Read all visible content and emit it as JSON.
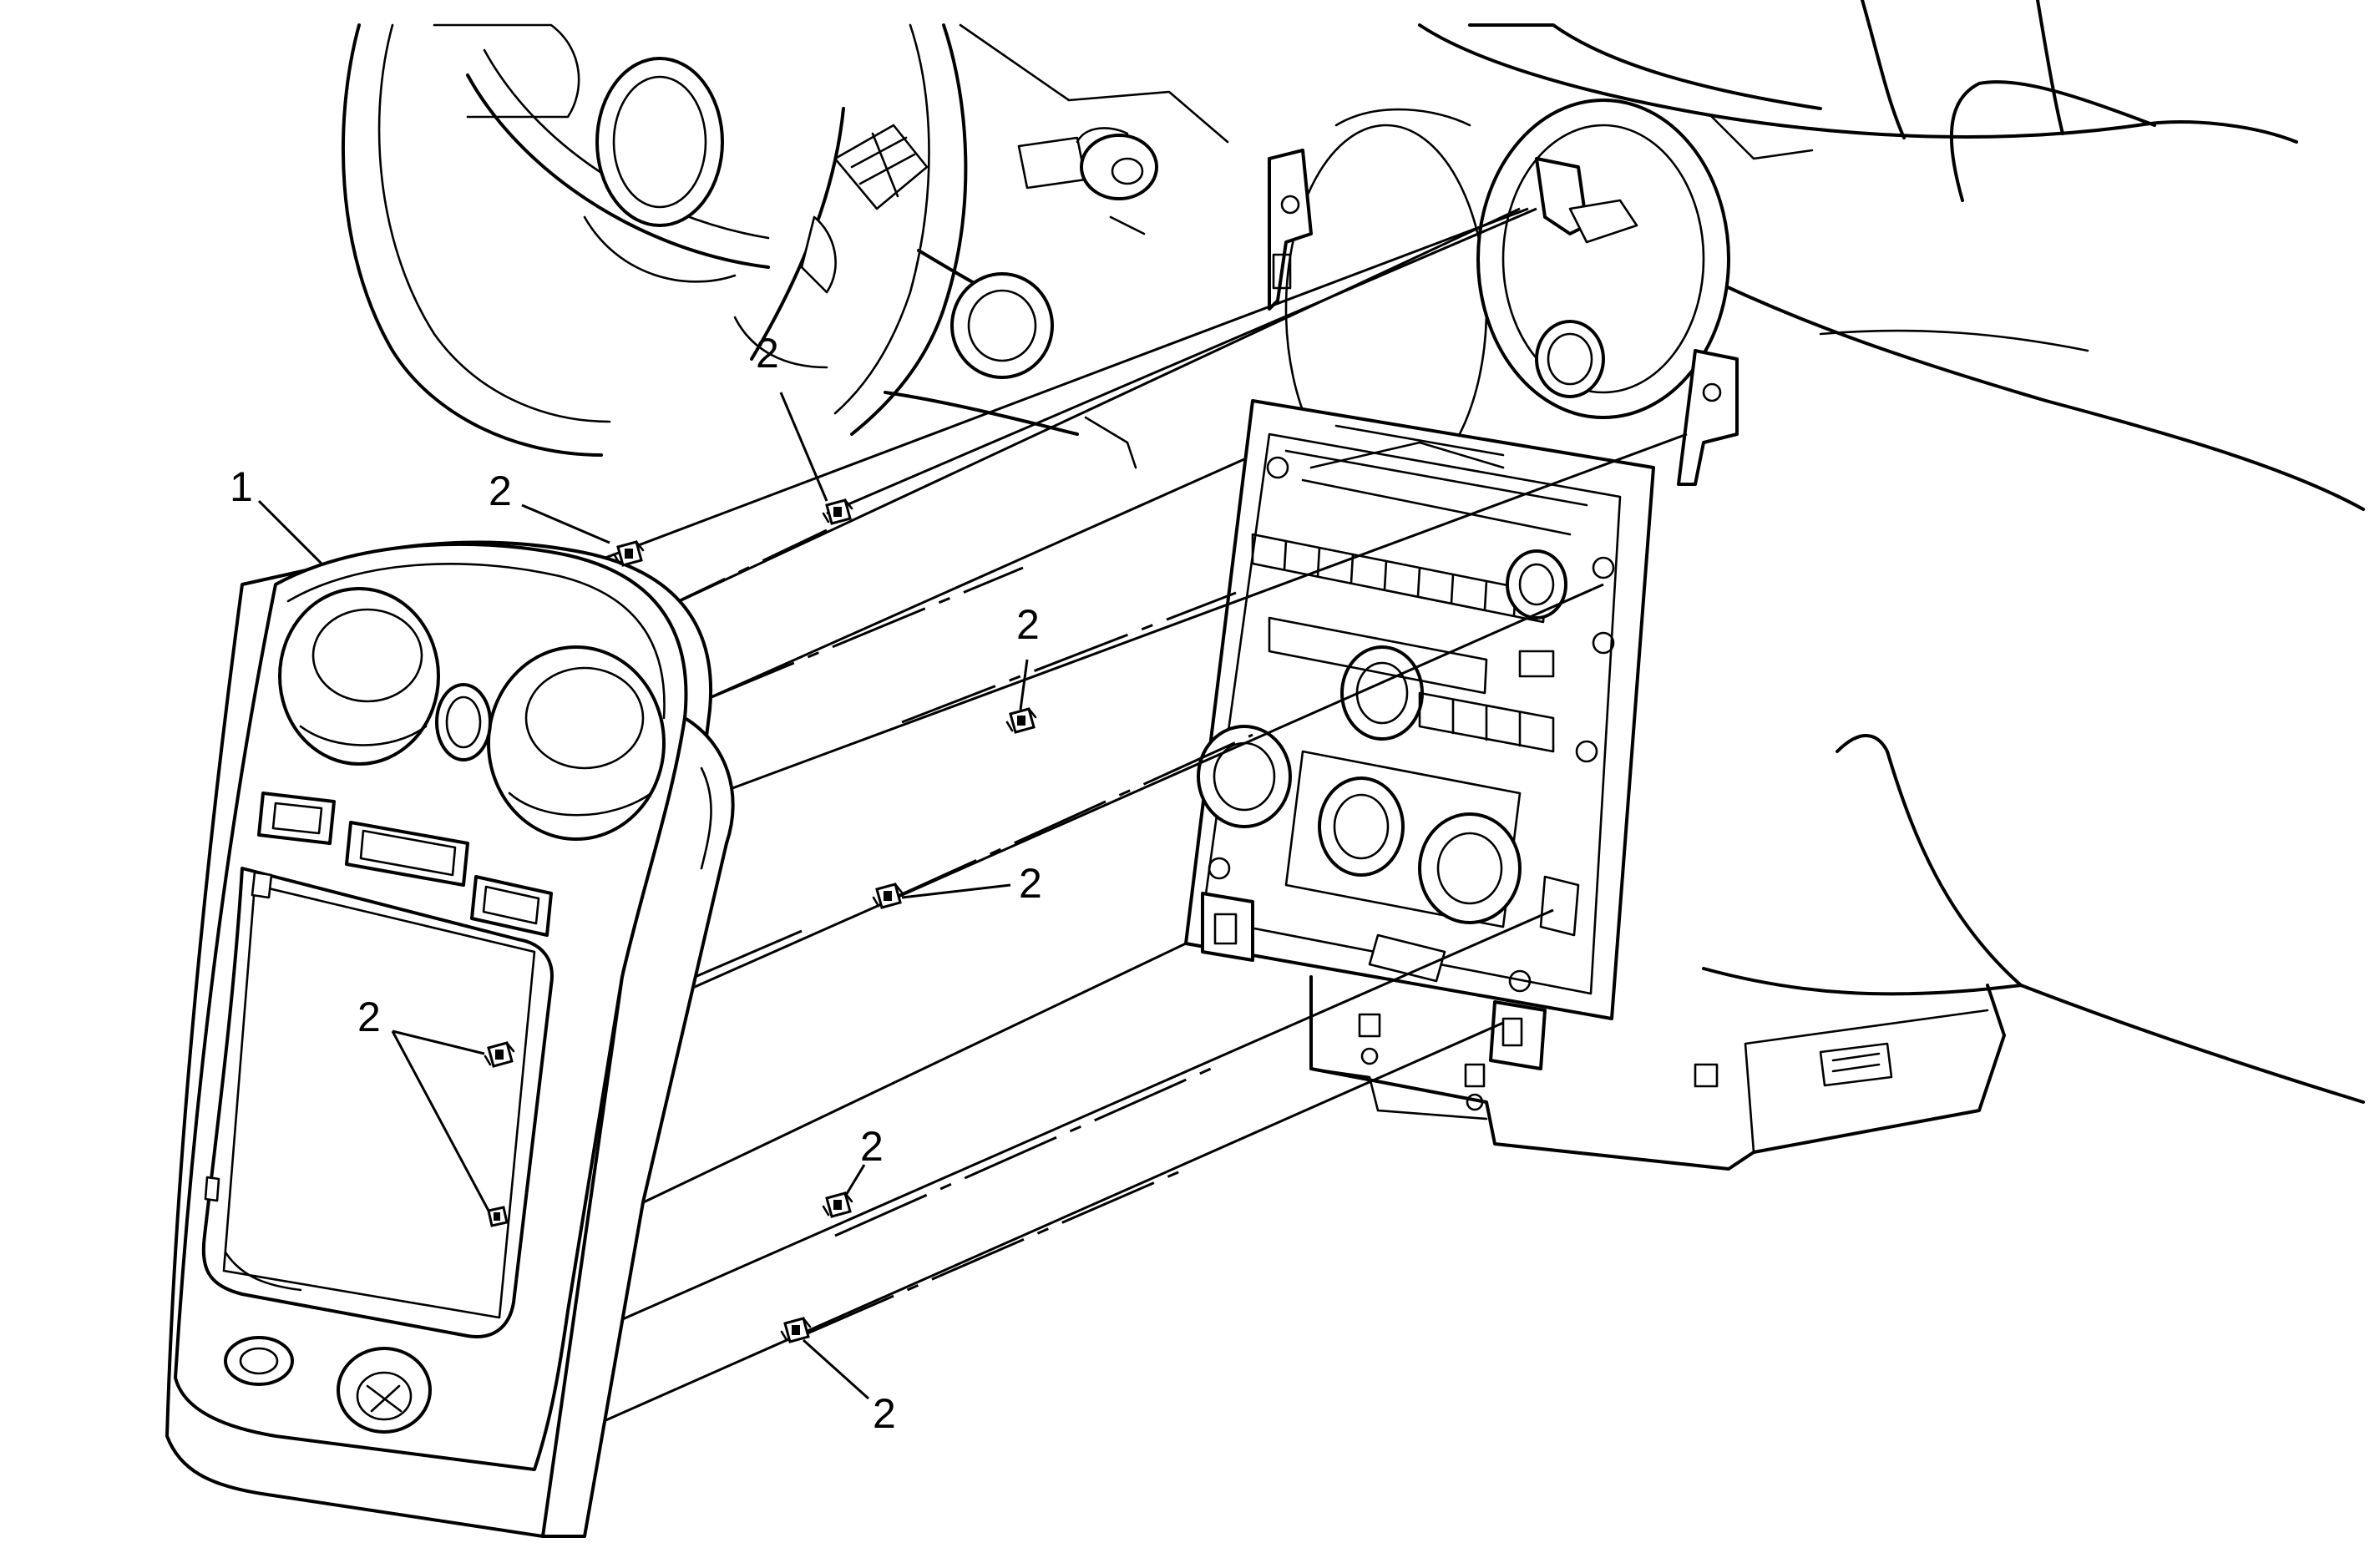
{
  "diagram": {
    "callouts": [
      {
        "id": "panel",
        "label": "1"
      },
      {
        "id": "clip-a",
        "label": "2"
      },
      {
        "id": "clip-b",
        "label": "2"
      },
      {
        "id": "clip-c",
        "label": "2"
      },
      {
        "id": "clip-d",
        "label": "2"
      },
      {
        "id": "clip-e",
        "label": "2"
      },
      {
        "id": "clip-f",
        "label": "2"
      },
      {
        "id": "clip-g",
        "label": "2"
      }
    ]
  }
}
